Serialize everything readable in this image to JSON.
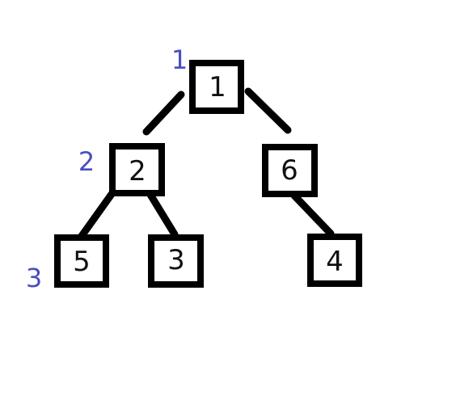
{
  "tree": {
    "nodes": [
      {
        "id": "n1",
        "label": "1"
      },
      {
        "id": "n2",
        "label": "2"
      },
      {
        "id": "n6",
        "label": "6"
      },
      {
        "id": "n5",
        "label": "5"
      },
      {
        "id": "n3",
        "label": "3"
      },
      {
        "id": "n4",
        "label": "4"
      }
    ],
    "edges": [
      {
        "from": "n1",
        "to": "n2"
      },
      {
        "from": "n1",
        "to": "n6"
      },
      {
        "from": "n2",
        "to": "n5"
      },
      {
        "from": "n2",
        "to": "n3"
      },
      {
        "from": "n6",
        "to": "n4"
      }
    ],
    "level_labels": [
      "1",
      "2",
      "3"
    ]
  },
  "colors": {
    "edge": "#000000",
    "node_border": "#000000",
    "node_fill": "#ffffff",
    "node_text": "#111111",
    "level_text": "#4a4ec0"
  }
}
